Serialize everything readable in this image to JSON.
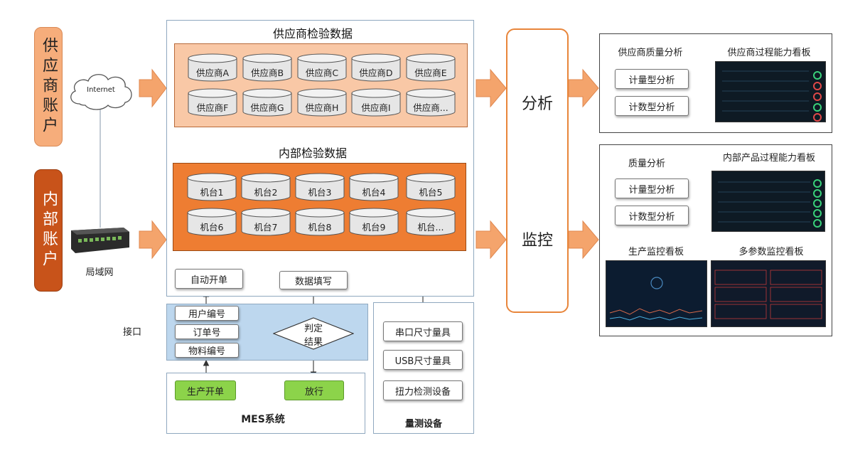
{
  "accounts": {
    "supplier": "供应商账户",
    "internal": "内部账户"
  },
  "network": {
    "internet": "Internet",
    "lan": "局域网",
    "interface": "接口"
  },
  "supplier_data": {
    "title": "供应商检验数据",
    "items": [
      "供应商A",
      "供应商B",
      "供应商C",
      "供应商D",
      "供应商E",
      "供应商F",
      "供应商G",
      "供应商H",
      "供应商I",
      "供应商..."
    ]
  },
  "internal_data": {
    "title": "内部检验数据",
    "items": [
      "机台1",
      "机台2",
      "机台3",
      "机台4",
      "机台5",
      "机台6",
      "机台7",
      "机台8",
      "机台9",
      "机台..."
    ]
  },
  "flow": {
    "auto_order": "自动开单",
    "data_entry": "数据填写",
    "user_no": "用户编号",
    "order_no": "订单号",
    "material_no": "物料编号",
    "judge": [
      "判定",
      "结果"
    ]
  },
  "mes": {
    "title": "MES系统",
    "start": "生产开单",
    "release": "放行"
  },
  "measure": {
    "title": "量测设备",
    "items": [
      "串口尺寸量具",
      "USB尺寸量具",
      "扭力检测设备"
    ]
  },
  "center": {
    "analysis": "分析",
    "monitor": "监控"
  },
  "supplier_out": {
    "quality_title": "供应商质量分析",
    "metric": "计量型分析",
    "count": "计数型分析",
    "board_title": "供应商过程能力看板"
  },
  "internal_out": {
    "quality_title": "质量分析",
    "metric": "计量型分析",
    "count": "计数型分析",
    "board_title": "内部产品过程能力看板",
    "prod_title": "生产监控看板",
    "multi_title": "多参数监控看板"
  },
  "colors": {
    "supplier_account": "#f6ad7b",
    "internal_account": "#c8531a",
    "supplier_panel": "#f9c8a6",
    "internal_panel": "#ee7d32",
    "arrow": "#f4a46c",
    "center_border": "#e8853a",
    "interface_bg": "#bdd7ee",
    "green": "#8cd34a"
  }
}
